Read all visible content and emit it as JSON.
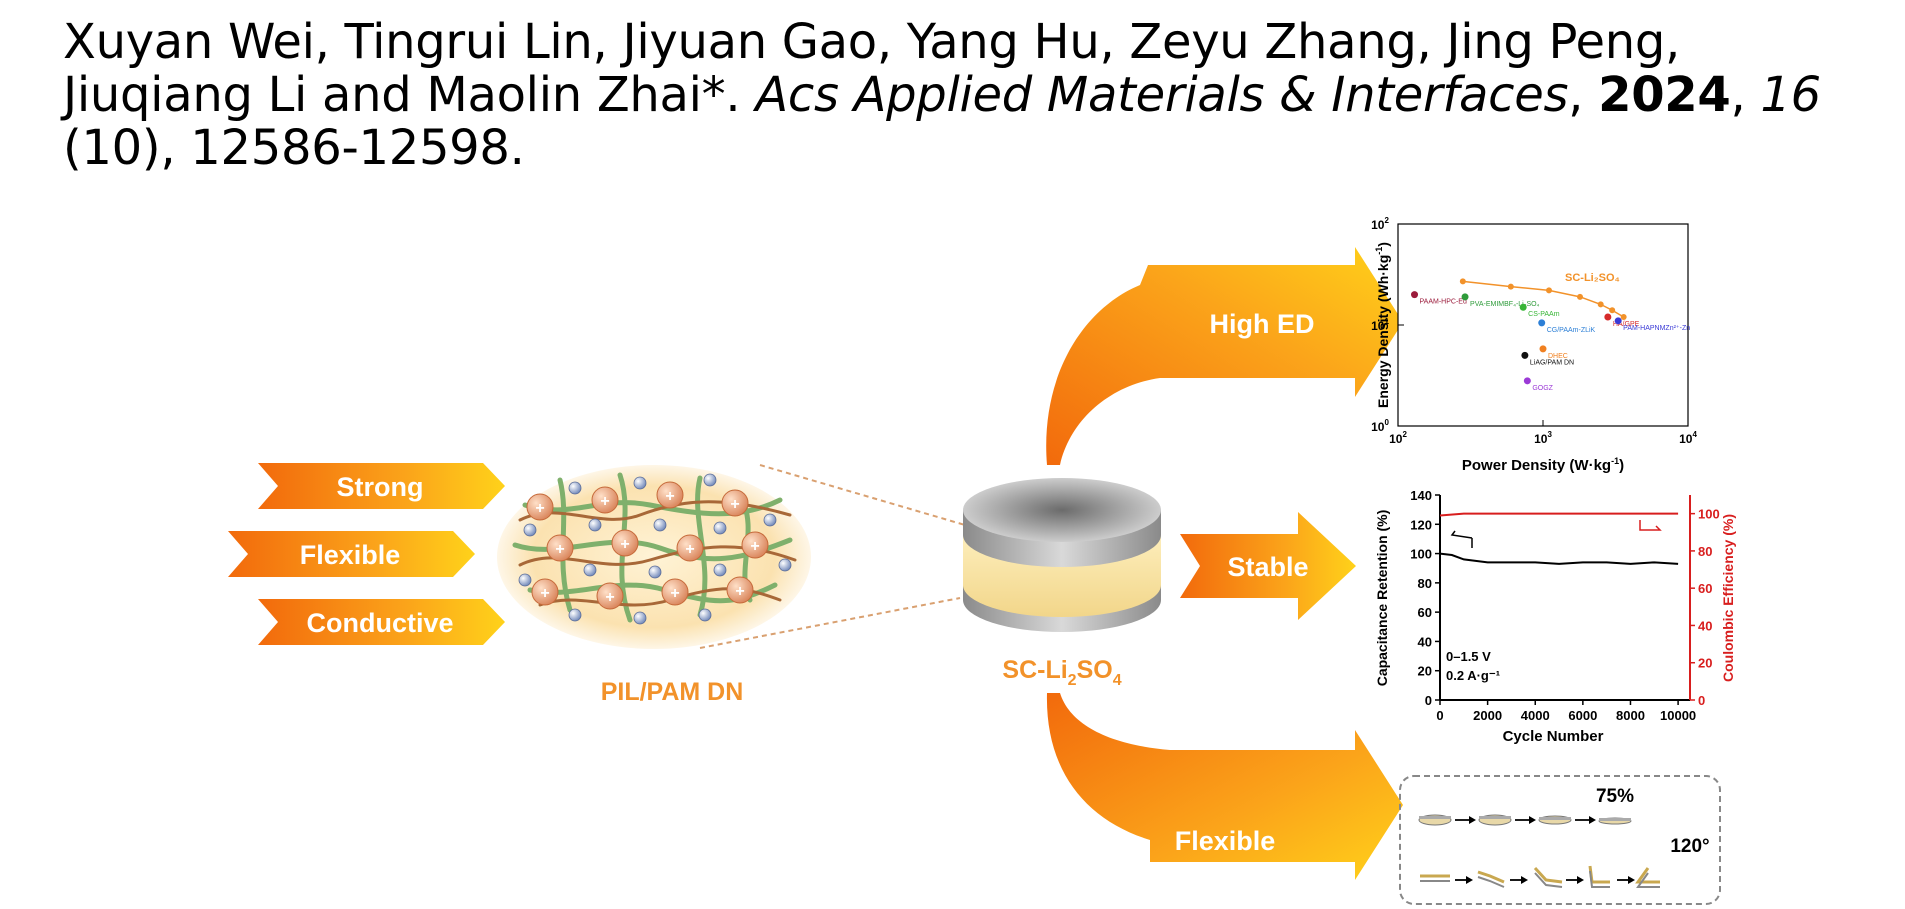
{
  "citation": {
    "authors": "Xuyan Wei, Tingrui Lin, Jiyuan Gao, Yang Hu, Zeyu Zhang, Jing Peng, Jiuqiang Li and Maolin Zhai*",
    "sep": ". ",
    "journal": "Acs Applied Materials & Interfaces",
    "year": "2024",
    "comma": ", ",
    "volume": "16",
    "issue_pages": " (10), 12586-12598."
  },
  "left_arrows": [
    "Strong",
    "Flexible",
    "Conductive"
  ],
  "network_label": "PIL/PAM DN",
  "device_label": {
    "main": "SC-Li",
    "sub1": "2",
    "mid": "SO",
    "sub2": "4"
  },
  "right_arrows": {
    "top": "High ED",
    "middle": "Stable",
    "bottom": "Flexible"
  },
  "ragone": {
    "xlabel": "Power Density (W·kg",
    "xlabel_sup": "-1",
    "xlabel_end": ")",
    "ylabel": "Energy Density (Wh·kg",
    "ylabel_sup": "-1",
    "ylabel_end": ")",
    "xticks": [
      "10",
      "10",
      "10"
    ],
    "xtick_exp": [
      "2",
      "3",
      "4"
    ],
    "yticks": [
      "10",
      "10",
      "10"
    ],
    "ytick_exp": [
      "0",
      "1",
      "2"
    ],
    "series_label": "SC-Li₂SO₄",
    "points": [
      {
        "label": "PAAM-HPC-Ed",
        "color": "#9b1b3b",
        "x": 130,
        "y": 20
      },
      {
        "label": "PVA-EMIMBF₄-Li₂SO₄",
        "color": "#2e9b3a",
        "x": 290,
        "y": 19
      },
      {
        "label": "CS-PAAm",
        "color": "#36b535",
        "x": 730,
        "y": 15
      },
      {
        "label": "CG/PAAm-ZLiK",
        "color": "#2c7fd6",
        "x": 980,
        "y": 10.5
      },
      {
        "label": "HA/GPE",
        "color": "#d62a2a",
        "x": 2800,
        "y": 12
      },
      {
        "label": "PAM-HAPNMZn²⁺-Zn",
        "color": "#3a3ad6",
        "x": 3300,
        "y": 11
      },
      {
        "label": "DHEC",
        "color": "#f08020",
        "x": 1000,
        "y": 5.8
      },
      {
        "label": "LiAG/PAM DN",
        "color": "#111111",
        "x": 750,
        "y": 5
      },
      {
        "label": "GOGZ",
        "color": "#9b3ad6",
        "x": 780,
        "y": 2.8
      }
    ],
    "sc_curve": [
      [
        280,
        27
      ],
      [
        600,
        24
      ],
      [
        1100,
        22
      ],
      [
        1800,
        19
      ],
      [
        2500,
        16
      ],
      [
        3000,
        14
      ],
      [
        3600,
        12
      ]
    ]
  },
  "chart_data": {
    "type": "line",
    "title": "",
    "xlabel": "Cycle Number",
    "ylabel": "Capacitance Retention (%)",
    "y2label": "Coulombic Efficiency (%)",
    "xlim": [
      0,
      10500
    ],
    "ylim": [
      0,
      140
    ],
    "y2lim": [
      0,
      110
    ],
    "xticks": [
      0,
      2000,
      4000,
      6000,
      8000,
      10000
    ],
    "yticks": [
      0,
      20,
      40,
      60,
      80,
      100,
      120,
      140
    ],
    "y2ticks": [
      0,
      20,
      40,
      60,
      80,
      100
    ],
    "annotations": [
      "0–1.5 V",
      "0.2 A·g⁻¹"
    ],
    "series": [
      {
        "name": "",
        "color": "#000000",
        "axis": "left",
        "x": [
          0,
          500,
          1000,
          1500,
          2000,
          3000,
          4000,
          5000,
          6000,
          7000,
          8000,
          9000,
          10000
        ],
        "values": [
          100,
          99,
          96,
          95,
          94,
          94,
          94,
          93,
          94,
          94,
          93,
          94,
          93
        ]
      },
      {
        "name": "",
        "color": "#d81e1e",
        "axis": "right",
        "x": [
          0,
          1000,
          2000,
          3000,
          4000,
          5000,
          6000,
          7000,
          8000,
          9000,
          10000
        ],
        "values": [
          99,
          100,
          100,
          100,
          100,
          100,
          100,
          100,
          100,
          100,
          100
        ]
      }
    ]
  },
  "flex": {
    "compress": "75%",
    "bend": "120°"
  }
}
